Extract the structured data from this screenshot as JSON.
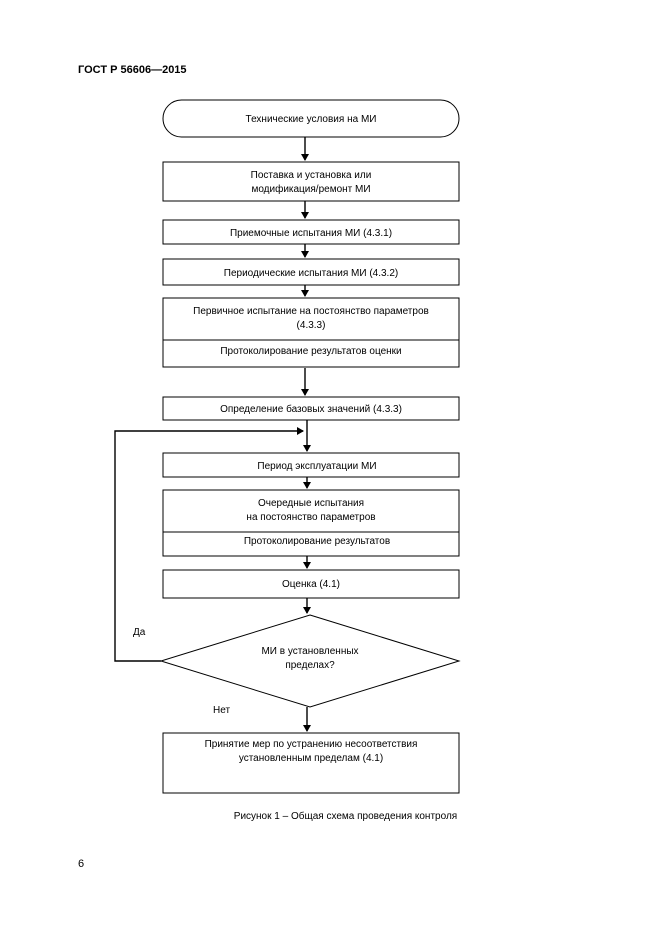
{
  "header": {
    "standard_code": "ГОСТ Р 56606—2015"
  },
  "flowchart": {
    "start": "Технические условия на МИ",
    "step_install_l1": "Поставка и установка или",
    "step_install_l2": "модификация/ремонт МИ",
    "step_acceptance": "Приемочные испытания МИ (4.3.1)",
    "step_periodic": "Периодические испытания МИ (4.3.2)",
    "step_primary_l1": "Первичное испытание на постоянство параметров",
    "step_primary_l2": "(4.3.3)",
    "step_primary_protocol": "Протоколирование результатов оценки",
    "step_baseline": "Определение базовых значений (4.3.3)",
    "step_operation": "Период эксплуатации МИ",
    "step_regular_l1": "Очередные испытания",
    "step_regular_l2": "на постоянство параметров",
    "step_regular_protocol": "Протоколирование результатов",
    "step_evaluation": "Оценка (4.1)",
    "decision_l1": "МИ в установленных",
    "decision_l2": "пределах?",
    "label_yes": "Да",
    "label_no": "Нет",
    "step_action_l1": "Принятие мер по устранению несоответствия",
    "step_action_l2": "установленным пределам (4.1)"
  },
  "caption": "Рисунок 1 – Общая схема проведения контроля",
  "page_number": "6"
}
